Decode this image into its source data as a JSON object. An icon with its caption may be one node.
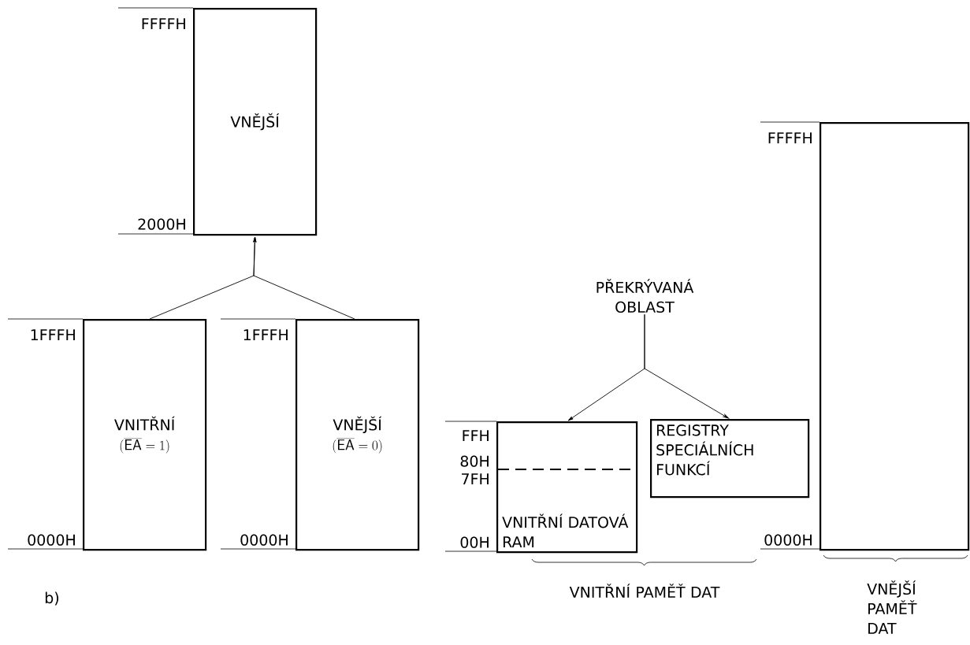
{
  "diagram": {
    "nodes": [
      {
        "text": [
          "VNĚJŠÍ"
        ]
      },
      {
        "text": [
          "VNITŘNÍ",
          "(\\overline{\\mathsf{EA}} = 1)"
        ]
      },
      {
        "text": [
          "VNĚJŠÍ",
          "(\\overline{\\mathsf{EA}} = 0)"
        ]
      },
      {
        "text": [
          "PŘEKRÝVANÁ OBLAST"
        ]
      },
      {
        "text": [
          "VNITŘNÍ DATOVÁ RAM"
        ]
      },
      {
        "text": [
          "REGISTRY SPECIÁLNÍCH FUNKCÍ"
        ]
      },
      {
        "text": [],
        "shape": "box",
        "beside": [
          "VNĚJŠÍ PAMĚŤ DAT"
        ]
      }
    ],
    "edges": [
      {
        "from": 1,
        "to": 0,
        "arrow": "to"
      },
      {
        "from": 2,
        "to": 0,
        "arrow": "to"
      },
      {
        "from": 3,
        "to": 4,
        "arrow": "to"
      },
      {
        "from": 3,
        "to": 5,
        "arrow": "to"
      }
    ],
    "labels": [
      "FFFFH",
      "FFFFH",
      "2000H",
      "1FFFH",
      "1FFFH",
      "FFH",
      "80H",
      "7FH",
      "0000H",
      "0000H",
      "00H",
      "0000H",
      "b)",
      "VNITŘNÍ PAMĚŤ DAT"
    ]
  }
}
